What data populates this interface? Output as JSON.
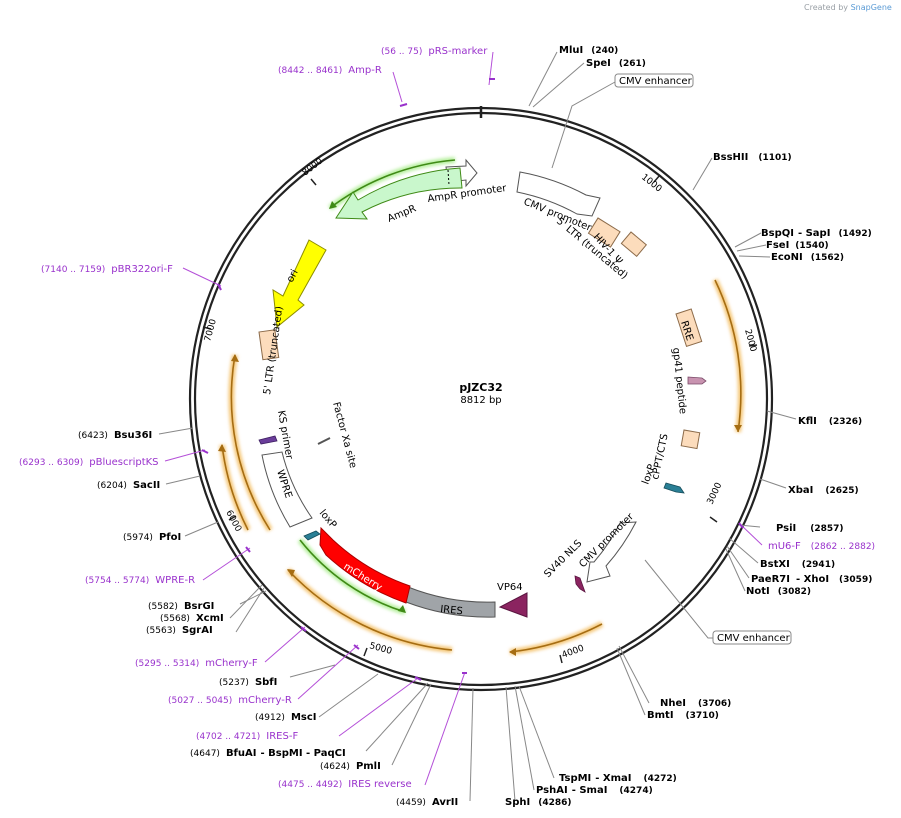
{
  "credit": {
    "prefix": "Created by",
    "brand": "SnapGene"
  },
  "map": {
    "name": "pJZC32",
    "length_label": "8812 bp"
  },
  "ticks": [
    "1000",
    "2000",
    "3000",
    "4000",
    "5000",
    "6000",
    "7000",
    "8000"
  ],
  "enzymes": [
    {
      "name": "MluI",
      "pos": "(240)"
    },
    {
      "name": "SpeI",
      "pos": "(261)"
    },
    {
      "name": "BssHII",
      "pos": "(1101)"
    },
    {
      "name": "BspQI",
      "extra": "- SapI",
      "pos": "(1492)"
    },
    {
      "name": "FseI",
      "pos": "(1540)"
    },
    {
      "name": "EcoNI",
      "pos": "(1562)"
    },
    {
      "name": "KflI",
      "pos": "(2326)"
    },
    {
      "name": "XbaI",
      "pos": "(2625)"
    },
    {
      "name": "PsiI",
      "pos": "(2857)"
    },
    {
      "name": "BstXI",
      "pos": "(2941)"
    },
    {
      "name": "PaeR7I",
      "extra": "- XhoI",
      "pos": "(3059)"
    },
    {
      "name": "NotI",
      "pos": "(3082)"
    },
    {
      "name": "NheI",
      "pos": "(3706)"
    },
    {
      "name": "BmtI",
      "pos": "(3710)"
    },
    {
      "name": "TspMI",
      "extra": "- XmaI",
      "pos": "(4272)"
    },
    {
      "name": "PshAI",
      "extra": "- SmaI",
      "pos": "(4274)"
    },
    {
      "name": "SphI",
      "pos": "(4286)"
    },
    {
      "name": "AvrII",
      "pos": "(4459)"
    },
    {
      "name": "PmlI",
      "pos": "(4624)"
    },
    {
      "name": "BfuAI",
      "extra": "- BspMI   - PaqCI",
      "pos": "(4647)"
    },
    {
      "name": "MscI",
      "pos": "(4912)"
    },
    {
      "name": "SbfI",
      "pos": "(5237)"
    },
    {
      "name": "SgrAI",
      "pos": "(5563)"
    },
    {
      "name": "XcmI",
      "pos": "(5568)"
    },
    {
      "name": "BsrGI",
      "pos": "(5582)"
    },
    {
      "name": "PfoI",
      "pos": "(5974)"
    },
    {
      "name": "SacII",
      "pos": "(6204)"
    },
    {
      "name": "Bsu36I",
      "pos": "(6423)"
    }
  ],
  "primers": [
    {
      "range": "(56 .. 75)",
      "name": "pRS-marker"
    },
    {
      "range": "(8442 .. 8461)",
      "name": "Amp-R"
    },
    {
      "range": "(7140 .. 7159)",
      "name": "pBR322ori-F"
    },
    {
      "range": "(6293 .. 6309)",
      "name": "pBluescriptKS"
    },
    {
      "range": "(5754 .. 5774)",
      "name": "WPRE-R"
    },
    {
      "range": "(5295 .. 5314)",
      "name": "mCherry-F"
    },
    {
      "range": "(5027 .. 5045)",
      "name": "mCherry-R"
    },
    {
      "range": "(4702 .. 4721)",
      "name": "IRES-F"
    },
    {
      "range": "(4475 .. 4492)",
      "name": "IRES reverse"
    },
    {
      "range": "(2862 .. 2882)",
      "name": "mU6-F"
    }
  ],
  "boxes": [
    "CMV enhancer",
    "CMV enhancer"
  ],
  "features": {
    "cmv_promoter_1": "CMV promoter",
    "ltr5_top": "5' LTR (truncated)",
    "hiv_psi": "HIV-1 Ψ",
    "rre": "RRE",
    "gp41": "gp41 peptide",
    "cppt": "cPPT/CTS",
    "loxp_right": "loxP",
    "cmv_promoter_2": "CMV promoter",
    "sv40_nls": "SV40 NLS",
    "vp64": "VP64",
    "ires": "IRES",
    "mcherry": "mCherry",
    "loxp_left": "loxP",
    "wpre": "WPRE",
    "ks_primer": "KS primer",
    "factor_xa": "Factor Xa site",
    "ltr5_left": "5' LTR (truncated)",
    "ori": "ori",
    "ampr": "AmpR",
    "ampr_promoter": "AmpR promoter"
  },
  "colors": {
    "backbone": "#222222",
    "cmv": "#ffffff",
    "ltr": "#fcdcbc",
    "gp41": "#c893b0",
    "loxp": "#2a7f95",
    "vp64": "#8b2460",
    "ires": "#a0a4a8",
    "mcherry": "#ff0000",
    "wpre": "#ffffff",
    "ks": "#6a3d9a",
    "ori": "#ffff00",
    "ampr": "#c9f7cc",
    "orf_orange": "#e8a33a",
    "orf_green": "#66b32e",
    "primer": "#9932cc"
  }
}
